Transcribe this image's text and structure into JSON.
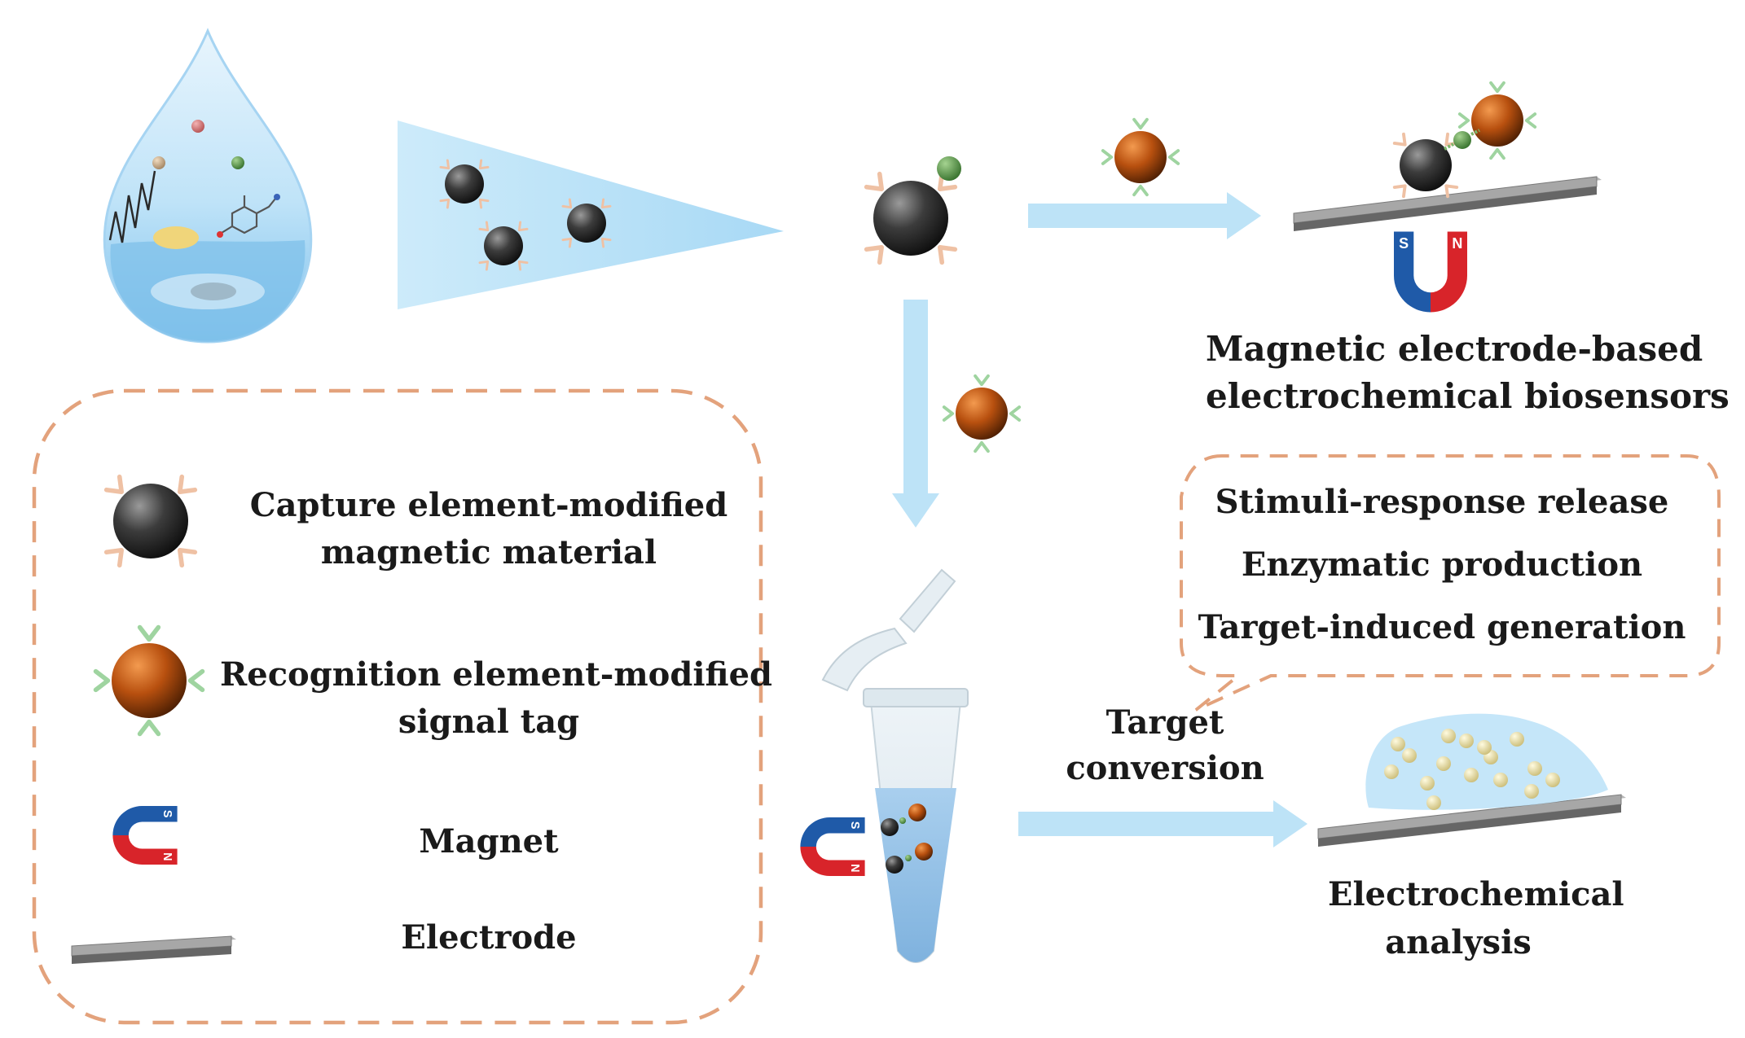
{
  "magnetic_electrode": {
    "line1": "Magnetic electrode-based",
    "line2": "electrochemical biosensors"
  },
  "signal_options": [
    "Stimuli-response release",
    "Enzymatic production",
    "Target-induced generation"
  ],
  "target_conversion": {
    "line1": "Target",
    "line2": "conversion"
  },
  "electrochemical_analysis": {
    "line1": "Electrochemical",
    "line2": "analysis"
  },
  "magnet_letters": {
    "south": "S",
    "north": "N"
  },
  "legend": {
    "items": [
      {
        "line1": "Capture element-modified",
        "line2": "magnetic material"
      },
      {
        "line1": "Recognition element-modified",
        "line2": "signal tag"
      },
      {
        "line1": "Magnet"
      },
      {
        "line1": "Electrode"
      }
    ]
  },
  "colors": {
    "arrow": "#bde3f7",
    "legend_border": "#e3a27c",
    "magnet_red": "#d8242a",
    "magnet_blue": "#1f5aa8",
    "electrode": "#8d8d8d",
    "capture_bead": "#3a3a3a",
    "signal_tag": "#b8500f",
    "capture_claw": "#efc1a4",
    "recognition_claw": "#9fd4a0"
  }
}
